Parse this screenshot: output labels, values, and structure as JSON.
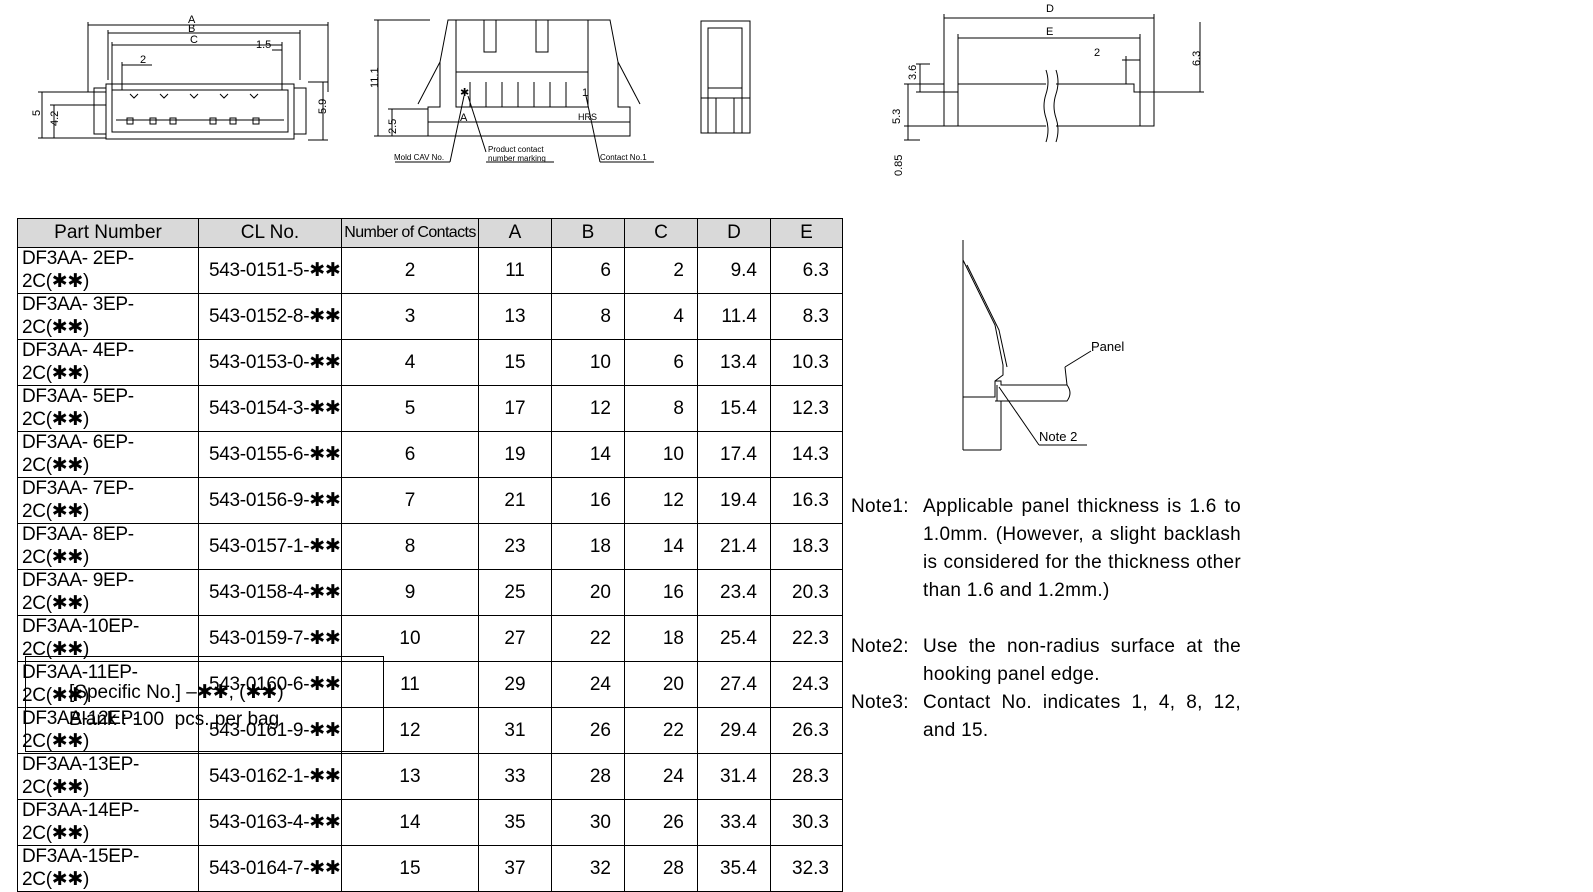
{
  "drawing": {
    "front_view": {
      "dim_A": "A",
      "dim_B": "B",
      "dim_C": "C",
      "dim_1_5": "1.5",
      "dim_2": "2",
      "dim_5": "5",
      "dim_4_2": "4.2",
      "dim_5_9": "5.9"
    },
    "side_view": {
      "dim_11_1": "11.1",
      "dim_2_5": "2.5",
      "letter_A": "A",
      "star_mark": "✱",
      "contact_one": "1",
      "hrs_mark": "HRS",
      "callout_mold": "Mold CAV No.",
      "callout_product_1": "Product contact",
      "callout_product_2": "number marking",
      "callout_contact": "Contact No.1"
    },
    "panel_view": {
      "dim_D": "D",
      "dim_E": "E",
      "dim_2": "2",
      "dim_3_6": "3.6",
      "dim_6_3": "6.3",
      "dim_5_3": "5.3",
      "dim_0_85": "0.85"
    },
    "detail_view": {
      "panel_label": "Panel",
      "note2_label": "Note 2"
    }
  },
  "table": {
    "headers": [
      "Part Number",
      "CL No.",
      "Number of Contacts",
      "A",
      "B",
      "C",
      "D",
      "E"
    ],
    "rows": [
      [
        "DF3AA- 2EP-2C(✱✱)",
        "543-0151-5-✱✱",
        "2",
        "11",
        "6",
        "2",
        "9.4",
        "6.3"
      ],
      [
        "DF3AA- 3EP-2C(✱✱)",
        "543-0152-8-✱✱",
        "3",
        "13",
        "8",
        "4",
        "11.4",
        "8.3"
      ],
      [
        "DF3AA- 4EP-2C(✱✱)",
        "543-0153-0-✱✱",
        "4",
        "15",
        "10",
        "6",
        "13.4",
        "10.3"
      ],
      [
        "DF3AA- 5EP-2C(✱✱)",
        "543-0154-3-✱✱",
        "5",
        "17",
        "12",
        "8",
        "15.4",
        "12.3"
      ],
      [
        "DF3AA- 6EP-2C(✱✱)",
        "543-0155-6-✱✱",
        "6",
        "19",
        "14",
        "10",
        "17.4",
        "14.3"
      ],
      [
        "DF3AA- 7EP-2C(✱✱)",
        "543-0156-9-✱✱",
        "7",
        "21",
        "16",
        "12",
        "19.4",
        "16.3"
      ],
      [
        "DF3AA- 8EP-2C(✱✱)",
        "543-0157-1-✱✱",
        "8",
        "23",
        "18",
        "14",
        "21.4",
        "18.3"
      ],
      [
        "DF3AA- 9EP-2C(✱✱)",
        "543-0158-4-✱✱",
        "9",
        "25",
        "20",
        "16",
        "23.4",
        "20.3"
      ],
      [
        "DF3AA-10EP-2C(✱✱)",
        "543-0159-7-✱✱",
        "10",
        "27",
        "22",
        "18",
        "25.4",
        "22.3"
      ],
      [
        "DF3AA-11EP-2C(✱✱)",
        "543-0160-6-✱✱",
        "11",
        "29",
        "24",
        "20",
        "27.4",
        "24.3"
      ],
      [
        "DF3AA-12EP-2C(✱✱)",
        "543-0161-9-✱✱",
        "12",
        "31",
        "26",
        "22",
        "29.4",
        "26.3"
      ],
      [
        "DF3AA-13EP-2C(✱✱)",
        "543-0162-1-✱✱",
        "13",
        "33",
        "28",
        "24",
        "31.4",
        "28.3"
      ],
      [
        "DF3AA-14EP-2C(✱✱)",
        "543-0163-4-✱✱",
        "14",
        "35",
        "30",
        "26",
        "33.4",
        "30.3"
      ],
      [
        "DF3AA-15EP-2C(✱✱)",
        "543-0164-7-✱✱",
        "15",
        "37",
        "32",
        "28",
        "35.4",
        "32.3"
      ]
    ]
  },
  "specific_box": {
    "line1": "[Specific No.] –✱✱, (✱✱)",
    "line2": "Blank : 100  pcs. per bag"
  },
  "notes": [
    {
      "label": "Note1:",
      "text": "Applicable panel thickness is 1.6 to 1.0mm. (However, a slight backlash is considered for the thickness other than 1.6 and 1.2mm.)"
    },
    {
      "label": "Note2:",
      "text": "Use the non-radius surface at the hooking panel edge."
    },
    {
      "label": "Note3:",
      "text": "Contact No. indicates 1, 4, 8, 12, and 15."
    }
  ]
}
